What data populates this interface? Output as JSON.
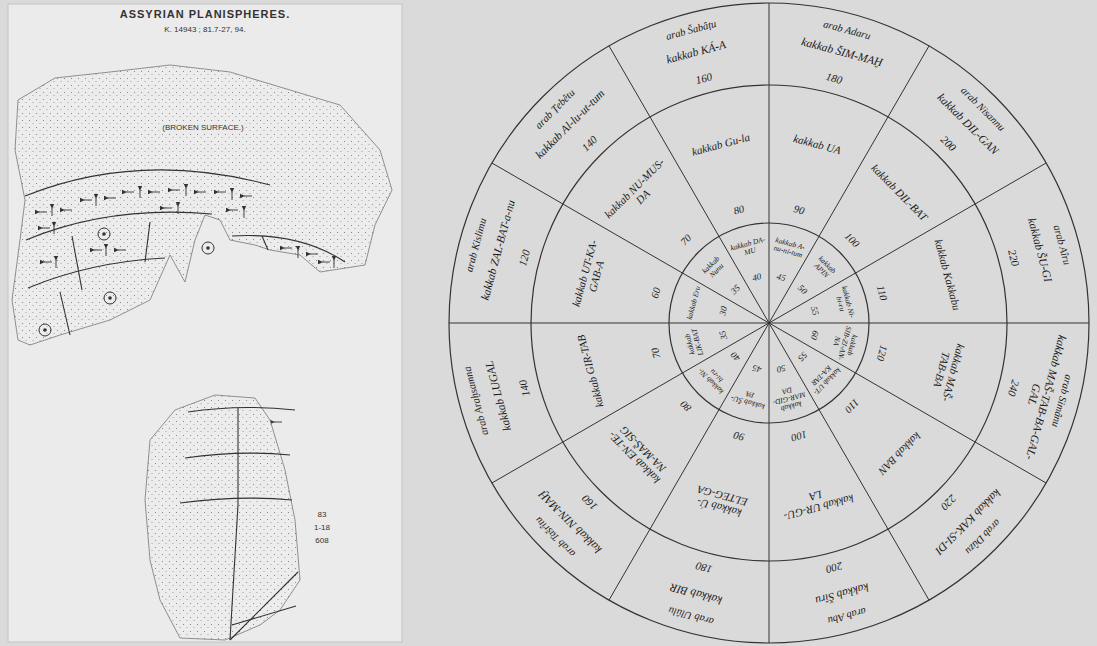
{
  "diagram": {
    "title": "ASSYRIAN PLANISPHERES.",
    "labels": [
      "K. 14943 ; 81.7-27, 94.",
      "(BROKEN SURFACE.)",
      "83",
      "1-18",
      "608",
      "arab Adaru",
      "kakkab ŠIM-MAḪ",
      "180",
      "kakkab UA",
      "90",
      "kakkab A-nu-ni-tum",
      "45",
      "arab Nisannu",
      "kakkab DIL-GAN",
      "200",
      "kakkab DIL-BAT",
      "100",
      "kakkab APIN",
      "50",
      "arab Aîru",
      "kakkab ŠU-GI",
      "220",
      "kakkab Kakkabu",
      "110",
      "kakkab Ni-bi-ru",
      "55",
      "arab Simânu",
      "kakkab MAŠ-TAB-BA-GAL-GAL",
      "240",
      "kakkab MAŠ-TAB-BA",
      "120",
      "kakkab SIB-ZI-AN-NA",
      "60",
      "arab Dûzu",
      "kakkab KAK-SI-DI",
      "220",
      "kakkab BAN",
      "110",
      "kakkab UT-KA-TAR",
      "55",
      "arab Abu",
      "kakkab Šîru",
      "200",
      "kakkab UR-GU-LA",
      "100",
      "kakkab MAR-GID-DA",
      "50",
      "arab Ulûlu",
      "kakkab BIR",
      "180",
      "kakkab Ú-ELTEG-GA",
      "90",
      "kakkab ŠU-PA",
      "45",
      "arab Tašrîtu",
      "kakkab NIN-MAḪ",
      "160",
      "kakkab EN-TE-NA-MAŠ-SIG",
      "80",
      "kakkab Ni-bi-ru",
      "40",
      "arab Araḫsamna",
      "kakkab LUGAL",
      "140",
      "kakkab GIR-TAB",
      "70",
      "kakkab LIK-BAT",
      "35",
      "arab Kislimu",
      "kakkab ZAL-BAT-a-nu",
      "120",
      "kakkab UT-KA-GAB-A",
      "60",
      "kakkab Eru",
      "30",
      "arab Ṭebêtu",
      "kakkab Al-lu-ut-tum",
      "140",
      "kakkab NU-MUS-DA",
      "70",
      "kakkab Nunu",
      "35",
      "arab Šabâṭu",
      "kakkab KÁ-A",
      "160",
      "kakkab Gu-la",
      "80",
      "kakkab DA-MU",
      "40"
    ]
  }
}
